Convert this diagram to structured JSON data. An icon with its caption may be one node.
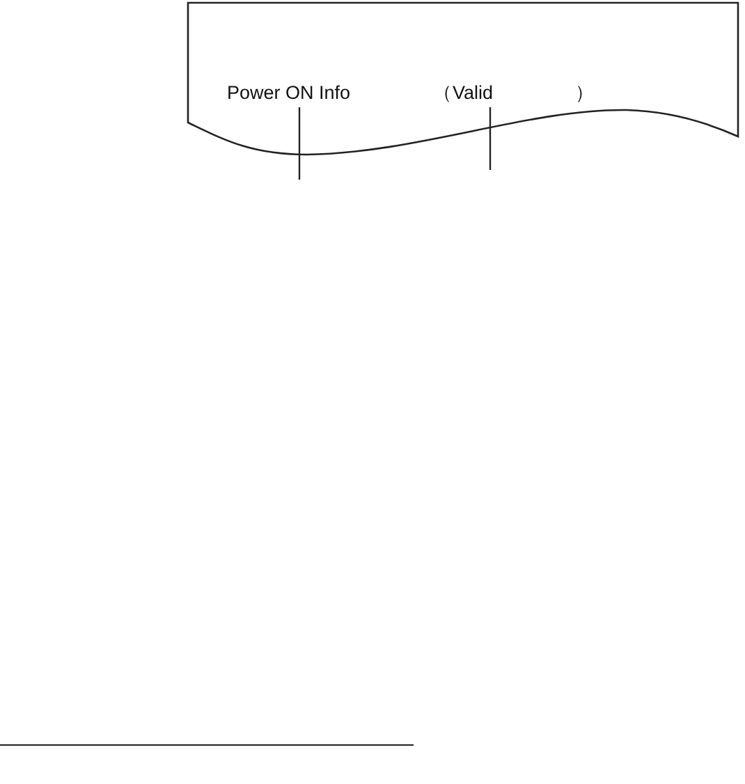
{
  "diagram": {
    "nodes": [
      {
        "text": [
          "Power ON Info"
        ]
      },
      {
        "text": [
          "（Valid ）"
        ]
      }
    ],
    "edges": [
      {
        "from": 0,
        "to": null,
        "arrow": "none"
      },
      {
        "from": 1,
        "to": null,
        "arrow": "none"
      }
    ]
  }
}
